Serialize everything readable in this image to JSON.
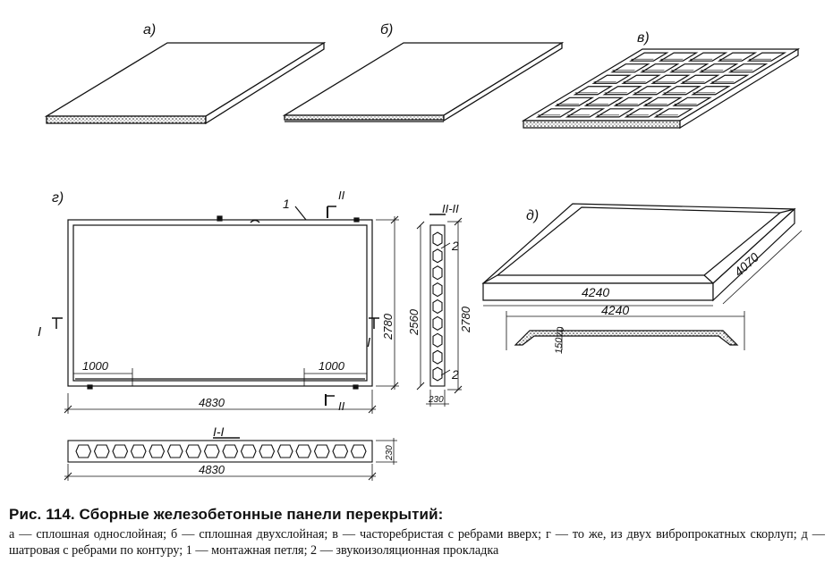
{
  "labels": {
    "a": "а)",
    "b": "б)",
    "v": "в)",
    "g": "г)",
    "d": "д)",
    "loop": "1",
    "gasket": "2",
    "sec1": "I",
    "sec2": "II",
    "sec_II": "II-II",
    "sec_I": "I-I"
  },
  "dims": {
    "g_width": "4830",
    "g_height": "2780",
    "g_left": "1000",
    "g_right": "1000",
    "II_height_inner": "2560",
    "II_height": "2780",
    "II_thick": "230",
    "I_width": "4830",
    "I_thick": "230",
    "d_length": "4240",
    "d_width": "4070",
    "d_section_length": "4240",
    "d_rib": "150",
    "d_slab": "70"
  },
  "caption": {
    "title": "Рис. 114. Сборные железобетонные панели перекрытий:",
    "text": "а — сплошная однослойная; б — сплошная двухслойная; в — часторебристая с ребрами вверх; г — то же, из двух вибропрокатных скорлуп; д — шатровая с ребрами по контуру; 1 — монтажная петля; 2 — звукоизоляционная прокладка"
  }
}
